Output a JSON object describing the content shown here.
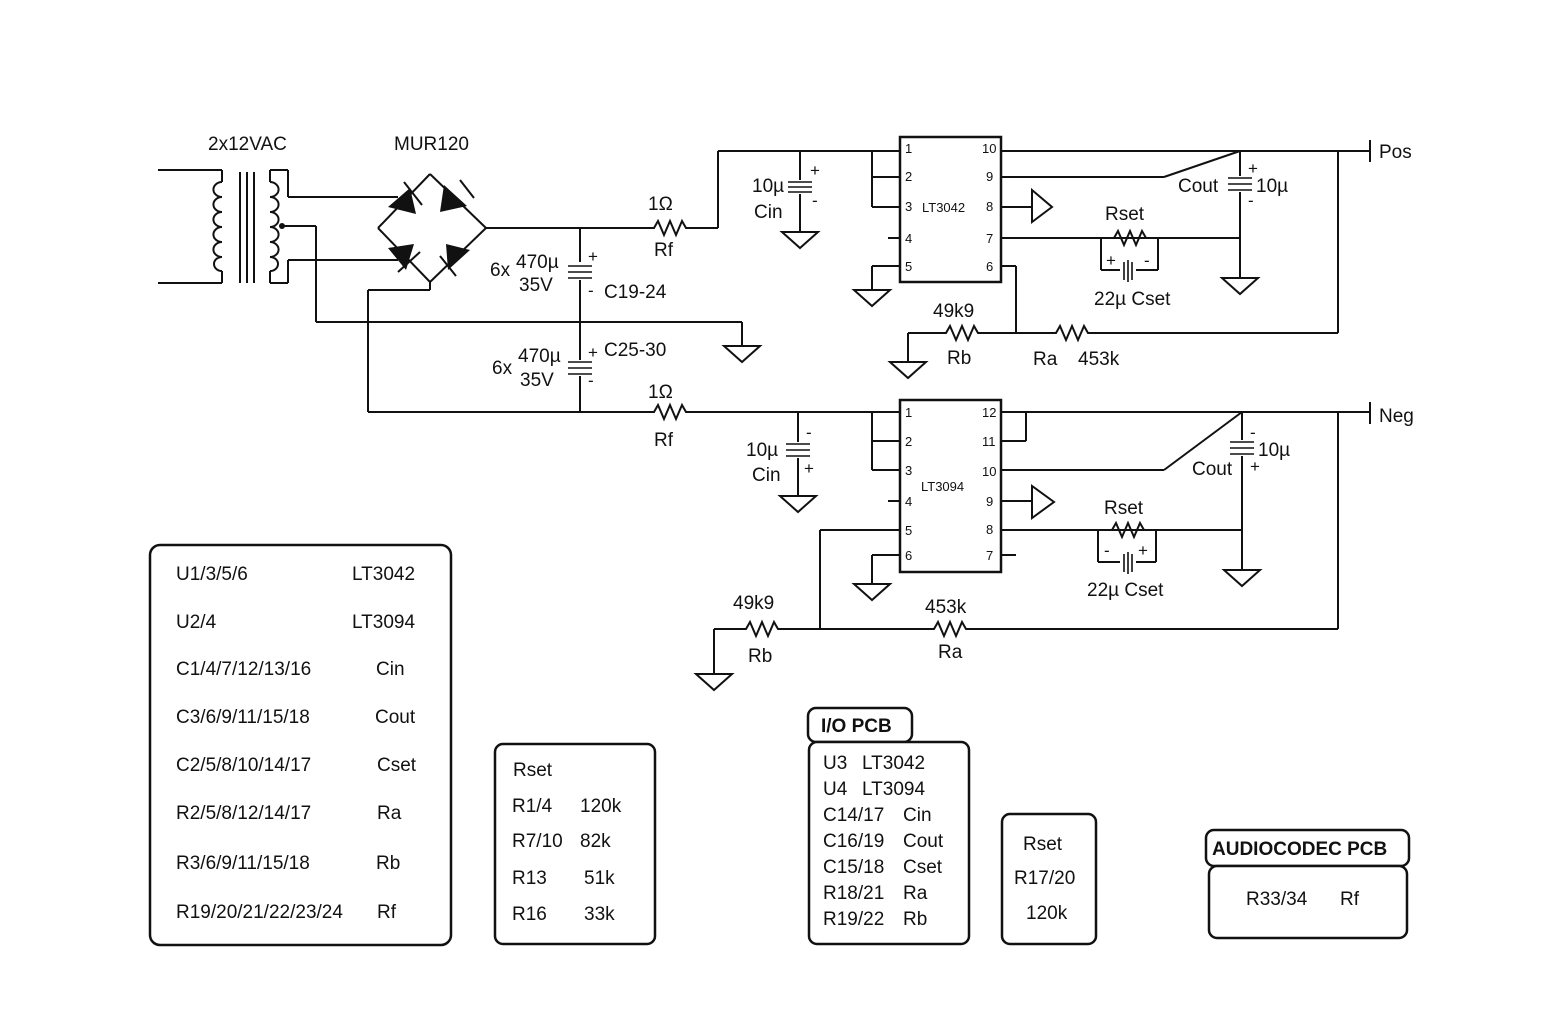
{
  "schematic": {
    "transformer_label": "2x12VAC",
    "bridge_label": "MUR120",
    "bulk_cap_top": {
      "qty": "6x",
      "value": "470µ",
      "voltage": "35V",
      "ref": "C19-24",
      "plus": "+",
      "minus": "-"
    },
    "bulk_cap_bottom": {
      "qty": "6x",
      "value": "470µ",
      "voltage": "35V",
      "ref": "C25-30",
      "plus": "+",
      "minus": "-"
    },
    "rf_top": {
      "value": "1Ω",
      "name": "Rf"
    },
    "rf_bottom": {
      "value": "1Ω",
      "name": "Rf"
    },
    "pos_reg": {
      "ic": "LT3042",
      "pins_left": [
        "1",
        "2",
        "3",
        "4",
        "5"
      ],
      "pins_right": [
        "10",
        "9",
        "8",
        "7",
        "6"
      ],
      "cin_value": "10µ",
      "cin_name": "Cin",
      "cout_name": "Cout",
      "cout_value": "10µ",
      "rset_name": "Rset",
      "cset_label": "22µ Cset",
      "rb_value": "49k9",
      "rb_name": "Rb",
      "ra_name": "Ra",
      "ra_value": "453k",
      "output_label": "Pos"
    },
    "neg_reg": {
      "ic": "LT3094",
      "pins_left": [
        "1",
        "2",
        "3",
        "4",
        "5",
        "6"
      ],
      "pins_right": [
        "12",
        "11",
        "10",
        "9",
        "8",
        "7"
      ],
      "cin_value": "10µ",
      "cin_name": "Cin",
      "cout_name": "Cout",
      "cout_value": "10µ",
      "rset_name": "Rset",
      "cset_label": "22µ Cset",
      "rb_value": "49k9",
      "rb_name": "Rb",
      "ra_value": "453k",
      "ra_name": "Ra",
      "output_label": "Neg"
    }
  },
  "legend_main": {
    "rows": [
      {
        "ref": "U1/3/5/6",
        "part": "LT3042"
      },
      {
        "ref": "U2/4",
        "part": "LT3094"
      },
      {
        "ref": "C1/4/7/12/13/16",
        "part": "Cin"
      },
      {
        "ref": "C3/6/9/11/15/18",
        "part": "Cout"
      },
      {
        "ref": "C2/5/8/10/14/17",
        "part": "Cset"
      },
      {
        "ref": "R2/5/8/12/14/17",
        "part": "Ra"
      },
      {
        "ref": "R3/6/9/11/15/18",
        "part": "Rb"
      },
      {
        "ref": "R19/20/21/22/23/24",
        "part": "Rf"
      }
    ]
  },
  "legend_rset": {
    "title": "Rset",
    "rows": [
      {
        "ref": "R1/4",
        "value": "120k"
      },
      {
        "ref": "R7/10",
        "value": "82k"
      },
      {
        "ref": "R13",
        "value": "51k"
      },
      {
        "ref": "R16",
        "value": "33k"
      }
    ]
  },
  "io_pcb": {
    "title": "I/O PCB",
    "rows": [
      {
        "ref": "U3",
        "part": "LT3042"
      },
      {
        "ref": "U4",
        "part": "LT3094"
      },
      {
        "ref": "C14/17",
        "part": "Cin"
      },
      {
        "ref": "C16/19",
        "part": "Cout"
      },
      {
        "ref": "C15/18",
        "part": "Cset"
      },
      {
        "ref": "R18/21",
        "part": "Ra"
      },
      {
        "ref": "R19/22",
        "part": "Rb"
      }
    ]
  },
  "io_rset": {
    "title": "Rset",
    "ref": "R17/20",
    "value": "120k"
  },
  "audiocodec_pcb": {
    "title": "AUDIOCODEC PCB",
    "ref": "R33/34",
    "part": "Rf"
  }
}
